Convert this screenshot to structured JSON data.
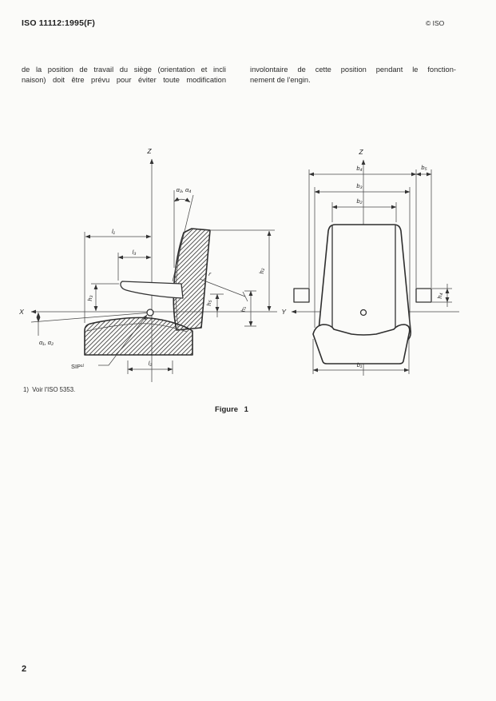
{
  "page": {
    "header": {
      "left": "ISO 11112:1995(F)",
      "right": "© ISO"
    },
    "body": {
      "col1": [
        "de la position de travail du siège (orientation et incli",
        "naison) doit être prévu pour éviter toute modification"
      ],
      "col2": [
        "involontaire de cette position pendant le fonction-",
        "nement de l'engin."
      ]
    },
    "footnote": "1)  Voir l'ISO 5353.",
    "caption": "Figure 1",
    "page_number": "2"
  },
  "figure": {
    "side_view": {
      "axis_z": "Z",
      "axis_x": "X",
      "angle_backrest": "α₃, α₄",
      "angle_cushion": "α₁, α₂",
      "dim_l1": "l₁",
      "dim_l2": "l₂",
      "dim_l3": "l₃",
      "dim_h1": "h₁",
      "dim_h2": "h₂",
      "dim_h3": "h₃",
      "dim_h5": "h₅",
      "radius": "r",
      "sip_label": "SIP¹⁾"
    },
    "front_view": {
      "axis_z": "Z",
      "axis_y": "Y",
      "dim_b1": "b₁",
      "dim_b2": "b₂",
      "dim_b3": "b₃",
      "dim_b4": "b₄",
      "dim_b5": "b₅",
      "dim_h4": "h₄"
    },
    "colors": {
      "ink": "#2e2e2e",
      "paper": "#fbfbf9"
    }
  }
}
